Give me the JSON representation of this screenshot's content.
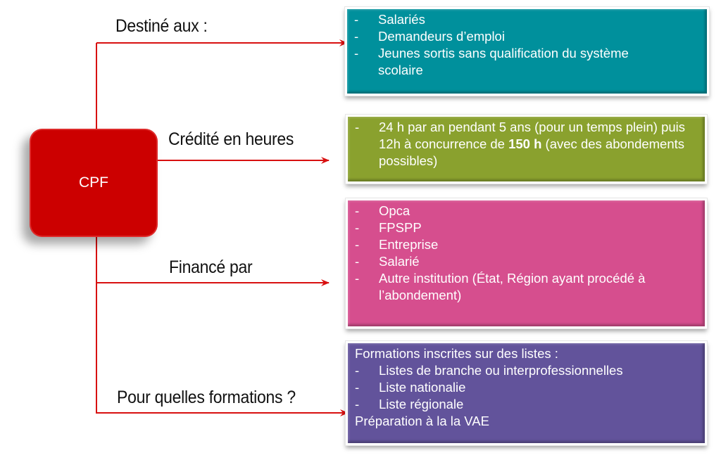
{
  "diagram": {
    "center": {
      "label": "CPF",
      "color": "#cc0000"
    },
    "connector_color": "#d81010",
    "branches": [
      {
        "label": "Destiné aux :",
        "color": "#00909c",
        "items": [
          {
            "type": "bullet",
            "text": "Salariés"
          },
          {
            "type": "bullet",
            "text": "Demandeurs d’emploi"
          },
          {
            "type": "bullet",
            "text": "Jeunes sortis sans qualification du système scolaire"
          }
        ]
      },
      {
        "label": "Crédité en heures",
        "color": "#8aa12e",
        "items": [
          {
            "type": "bullet",
            "text_before": "24 h par an pendant 5 ans (pour un temps plein) puis 12h à concurrence de ",
            "text_bold": "150 h",
            "text_after": " (avec des abondements possibles)"
          }
        ]
      },
      {
        "label": "Financé par",
        "color": "#d64e8e",
        "items": [
          {
            "type": "bullet",
            "text": "Opca"
          },
          {
            "type": "bullet",
            "text": "FPSPP"
          },
          {
            "type": "bullet",
            "text": "Entreprise"
          },
          {
            "type": "bullet",
            "text": "Salarié"
          },
          {
            "type": "bullet",
            "text": "Autre institution (État, Région ayant procédé à l’abondement)"
          }
        ]
      },
      {
        "label": "Pour quelles formations ?",
        "color": "#62539b",
        "items": [
          {
            "type": "plain",
            "text": "Formations inscrites sur des listes :"
          },
          {
            "type": "bullet",
            "text": "Listes de branche ou interprofessionnelles"
          },
          {
            "type": "bullet",
            "text": "Liste nationalie"
          },
          {
            "type": "bullet",
            "text": "Liste régionale"
          },
          {
            "type": "plain",
            "text": "Préparation à la la VAE"
          }
        ]
      }
    ],
    "bullet_glyph": "-"
  }
}
